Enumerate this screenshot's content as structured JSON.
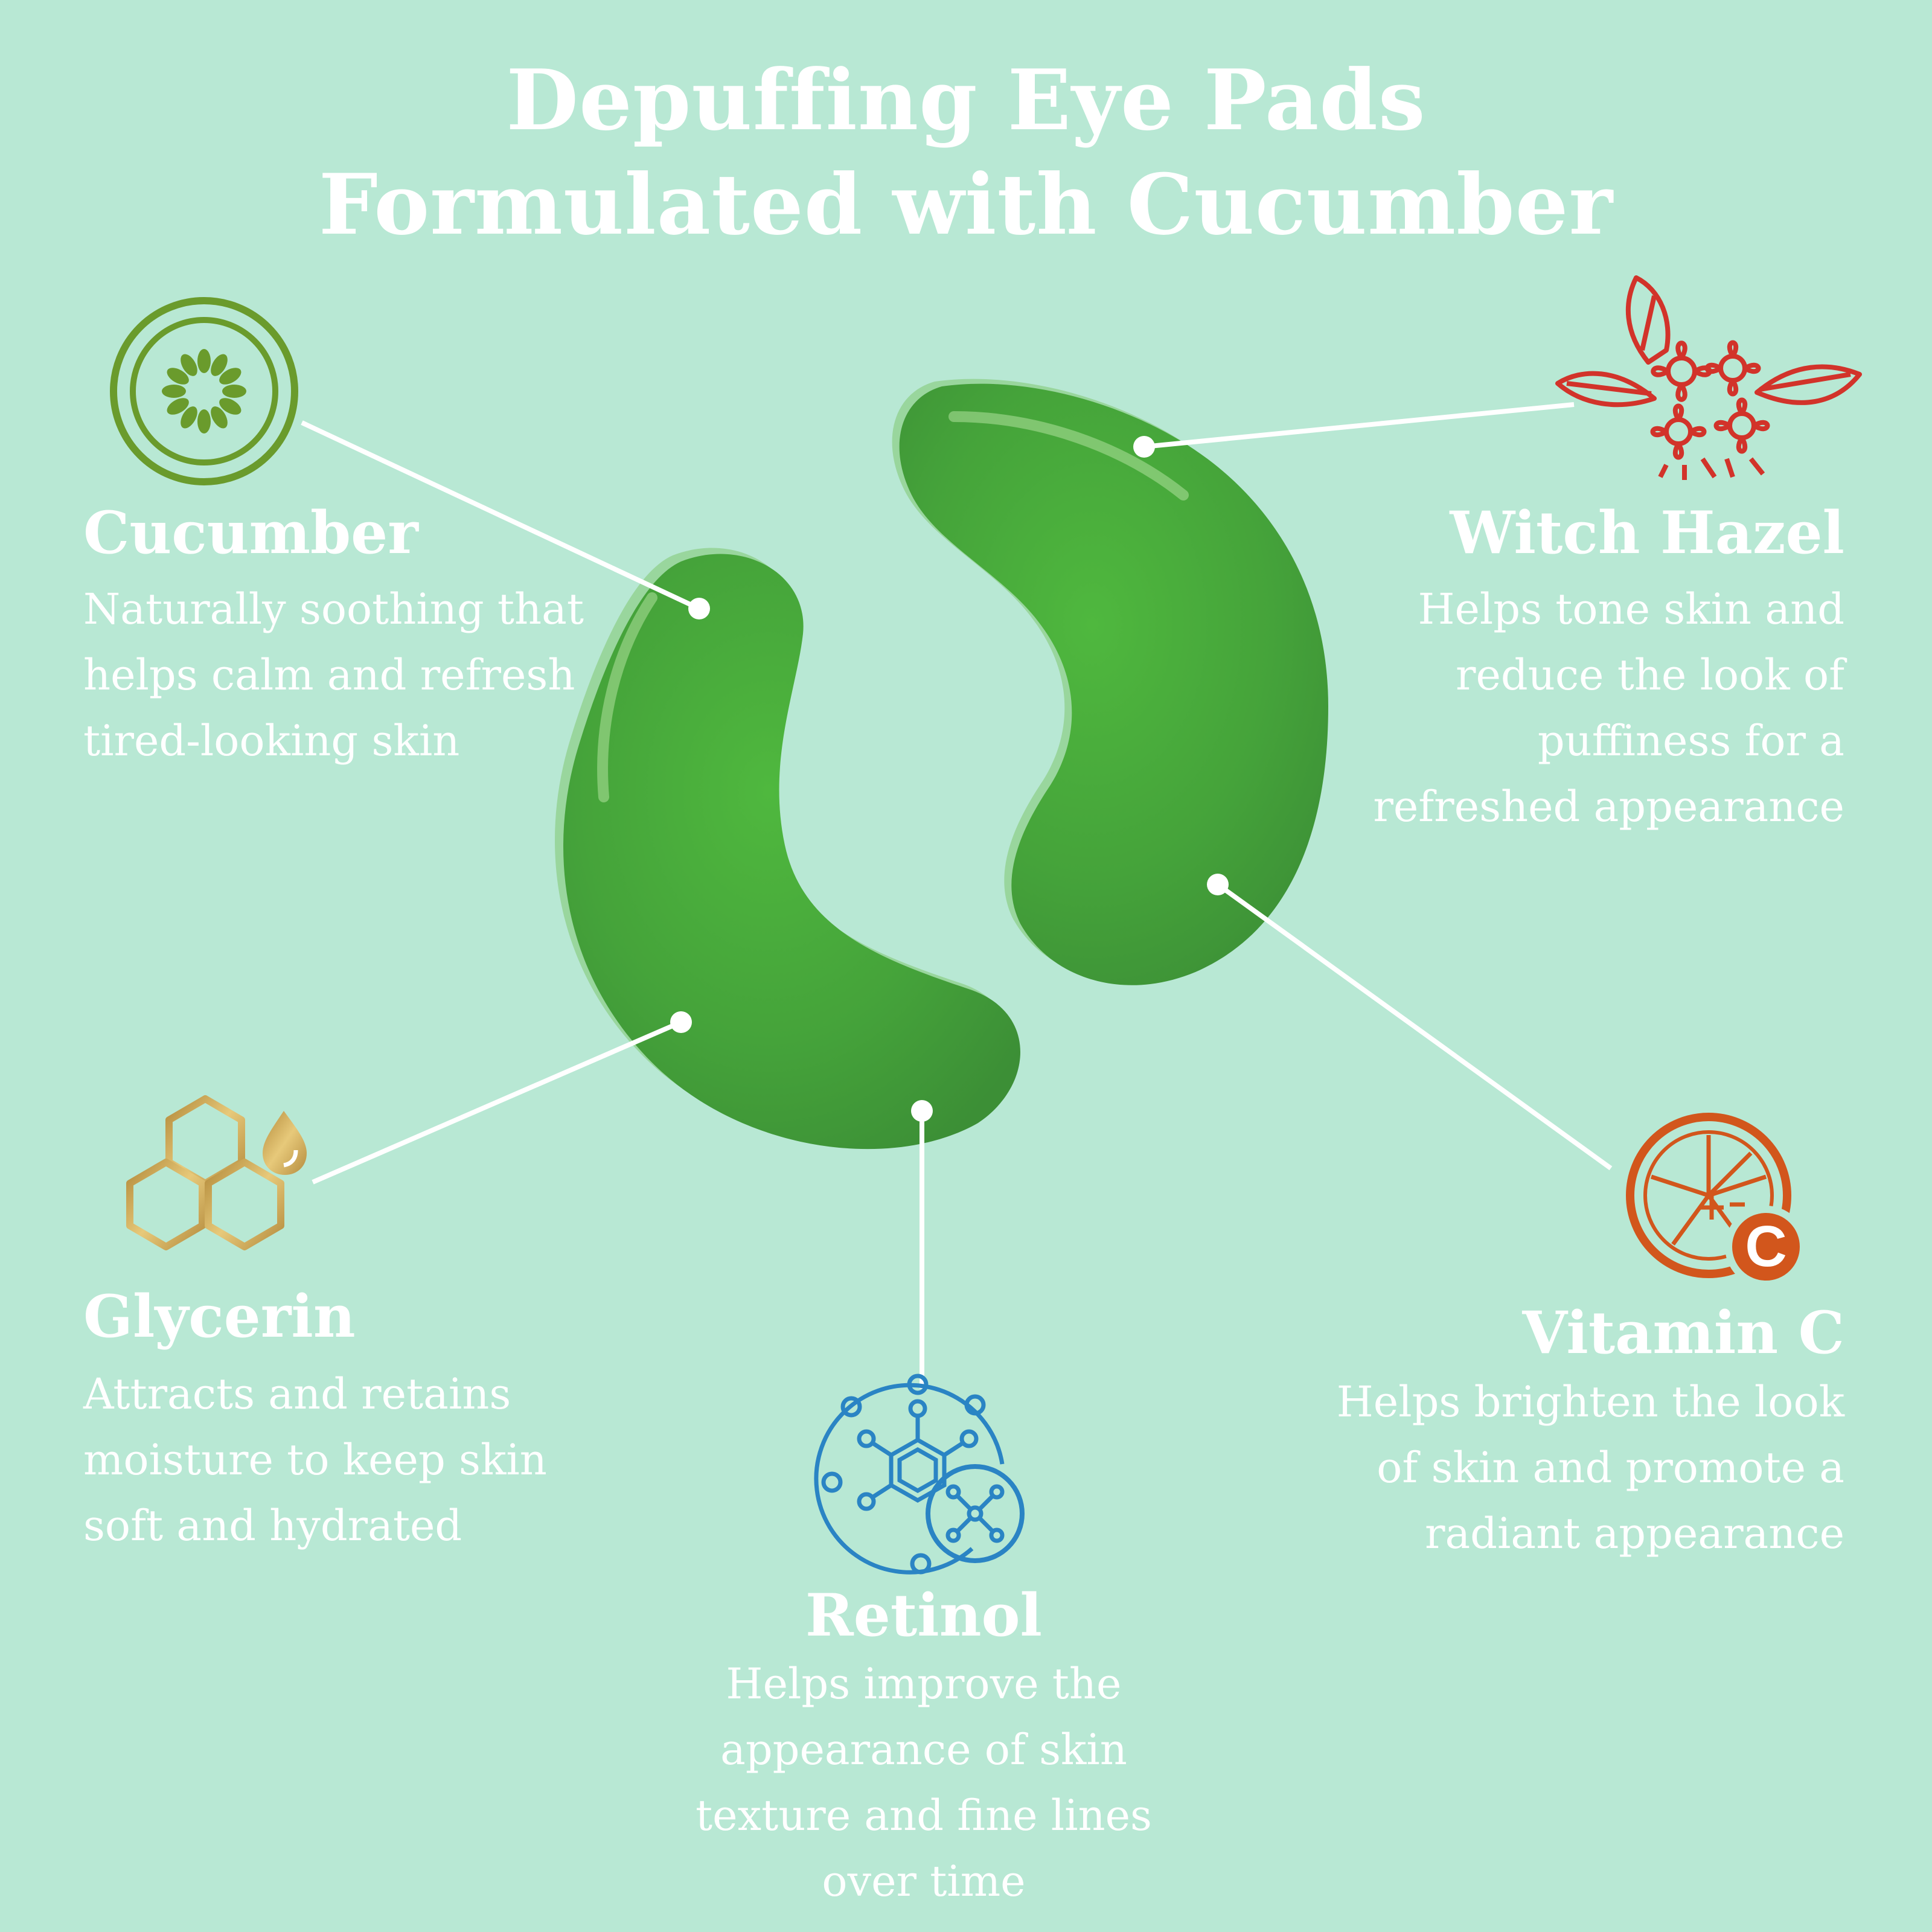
{
  "title": {
    "line1": "Depuffing Eye Pads",
    "line2": "Formulated with Cucumber"
  },
  "ingredients": {
    "cucumber": {
      "name": "Cucumber",
      "lines": [
        "Naturally soothing that",
        "helps calm and refresh",
        "tired-looking skin"
      ],
      "icon": "cucumber-slice-icon",
      "color": "#6a9b2c"
    },
    "witch_hazel": {
      "name": "Witch Hazel",
      "lines": [
        "Helps tone skin and",
        "reduce the look of",
        "puffiness for a",
        "refreshed appearance"
      ],
      "icon": "witch-hazel-flower-icon",
      "color": "#d2332a"
    },
    "glycerin": {
      "name": "Glycerin",
      "lines": [
        "Attracts and retains",
        "moisture to keep skin",
        "soft and hydrated"
      ],
      "icon": "honeycomb-drop-icon",
      "color": "#c9a54a"
    },
    "vitamin_c": {
      "name": "Vitamin C",
      "lines": [
        "Helps brighten the look",
        "of skin and promote a",
        "radiant appearance"
      ],
      "icon": "citrus-slice-vitamin-c-icon",
      "icon_badge": "C",
      "color": "#d2561c"
    },
    "retinol": {
      "name": "Retinol",
      "lines": [
        "Helps improve the",
        "appearance of skin",
        "texture and fine lines",
        "over time"
      ],
      "icon": "molecule-icon",
      "color": "#2a84c4"
    }
  },
  "colors": {
    "background": "#b8e8d4",
    "pad_green": "#4aa43c",
    "text": "#ffffff"
  }
}
